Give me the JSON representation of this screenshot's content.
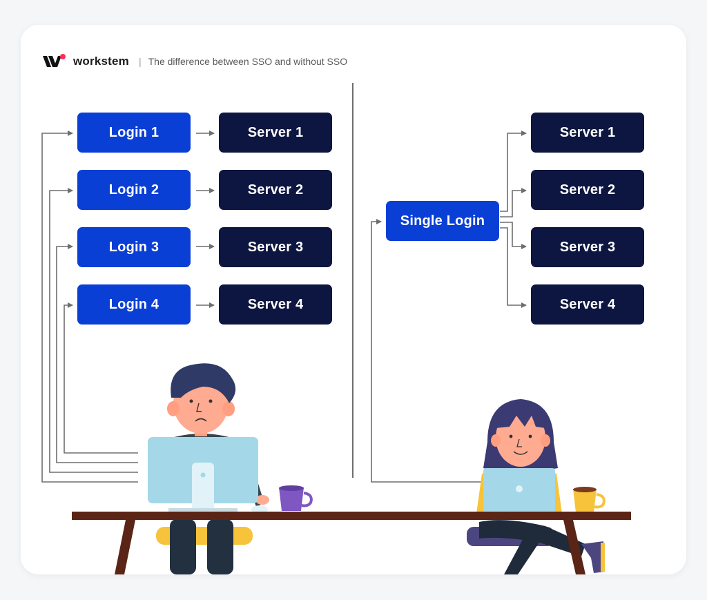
{
  "header": {
    "brand": "workstem",
    "separator": "|",
    "subtitle": "The difference between SSO and without SSO"
  },
  "left": {
    "logins": [
      "Login 1",
      "Login 2",
      "Login 3",
      "Login 4"
    ],
    "servers": [
      "Server 1",
      "Server 2",
      "Server 3",
      "Server 4"
    ]
  },
  "right": {
    "single_login": "Single Login",
    "servers": [
      "Server 1",
      "Server 2",
      "Server 3",
      "Server 4"
    ]
  },
  "colors": {
    "login_blue": "#0a3fd6",
    "server_navy": "#0c1640",
    "connector_gray": "#6e6e6e",
    "desk_brown": "#5a2516"
  },
  "icons": [
    "workstem-logo",
    "arrow-icon",
    "man-at-desktop-illustration",
    "woman-with-laptop-illustration",
    "coffee-mug-icon"
  ]
}
